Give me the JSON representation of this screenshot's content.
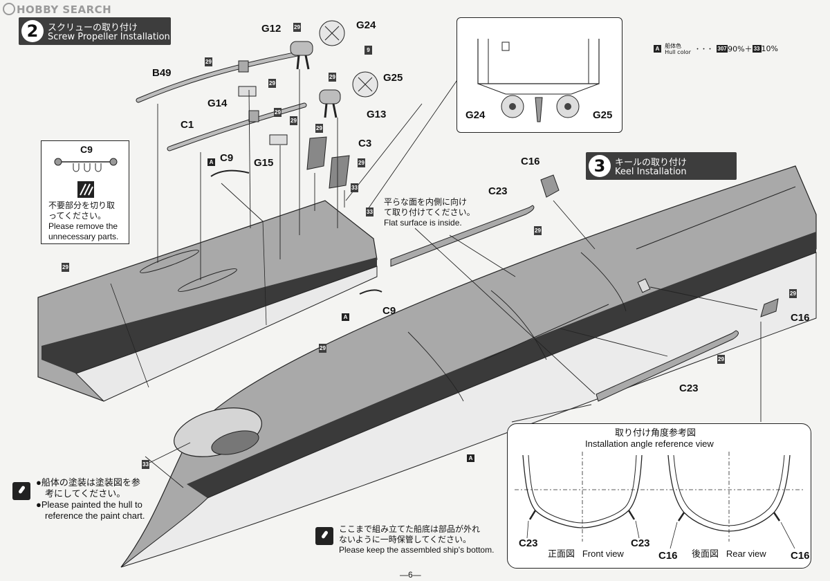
{
  "watermark": "HOBBY SEARCH",
  "step2": {
    "number": "2",
    "title_jp": "スクリューの取り付け",
    "title_en": "Screw Propeller Installation"
  },
  "step3": {
    "number": "3",
    "title_jp": "キールの取り付け",
    "title_en": "Keel  Installation"
  },
  "hull_color": {
    "tag": "A",
    "jp": "船体色",
    "en": "Hull color",
    "formula_prefix": "・・・",
    "mix1_num": "307",
    "mix1_pct": "90%＋",
    "mix2_num": "33",
    "mix2_pct": "10%"
  },
  "parts": {
    "g12": "G12",
    "g24": "G24",
    "b49": "B49",
    "g25": "G25",
    "g14": "G14",
    "g13": "G13",
    "c1": "C1",
    "c9_top": "C9",
    "c3": "C3",
    "g15": "G15",
    "c9_bottom": "C9",
    "c16_top": "C16",
    "c23_top": "C23",
    "c16_right": "C16",
    "c23_mid": "C23",
    "inset_g24": "G24",
    "inset_g25": "G25",
    "c9_box": "C9"
  },
  "color_tags": {
    "t29_a": "29",
    "t29_b": "29",
    "t9": "9",
    "t29_c": "29",
    "t29_d": "29",
    "t29_e": "29",
    "t29_f": "29",
    "t29_g": "29",
    "t33_a": "33",
    "t33_b": "33",
    "t29_h": "29",
    "t29_i": "29",
    "t29_j": "29",
    "t29_k": "29",
    "t29_l": "29",
    "t33_c": "33",
    "ta_1": "A",
    "ta_2": "A",
    "ta_3": "A"
  },
  "c9_box": {
    "jp1": "不要部分を切り取",
    "jp2": "ってください。",
    "en1": "Please remove the",
    "en2": "unnecessary parts."
  },
  "flat_note": {
    "jp1": "平らな面を内側に向け",
    "jp2": "て取り付けてください。",
    "en": "Flat surface is inside."
  },
  "paint_note": {
    "jp1": "●船体の塗装は塗装図を参",
    "jp2": "　考にしてください。",
    "en1": "●Please painted the hull to",
    "en2": "　reference the paint chart."
  },
  "keep_note": {
    "jp1": "ここまで組み立てた船底は部品が外れ",
    "jp2": "ないように一時保管してください。",
    "en": "Please keep the assembled ship's bottom."
  },
  "angle_ref": {
    "title_jp": "取り付け角度参考図",
    "title_en": "Installation angle reference view",
    "front_jp": "正面図",
    "front_en": "Front view",
    "rear_jp": "後面図",
    "rear_en": "Rear view",
    "c23_l": "C23",
    "c23_r": "C23",
    "c16_l": "C16",
    "c16_r": "C16"
  },
  "page_number": "—6—"
}
